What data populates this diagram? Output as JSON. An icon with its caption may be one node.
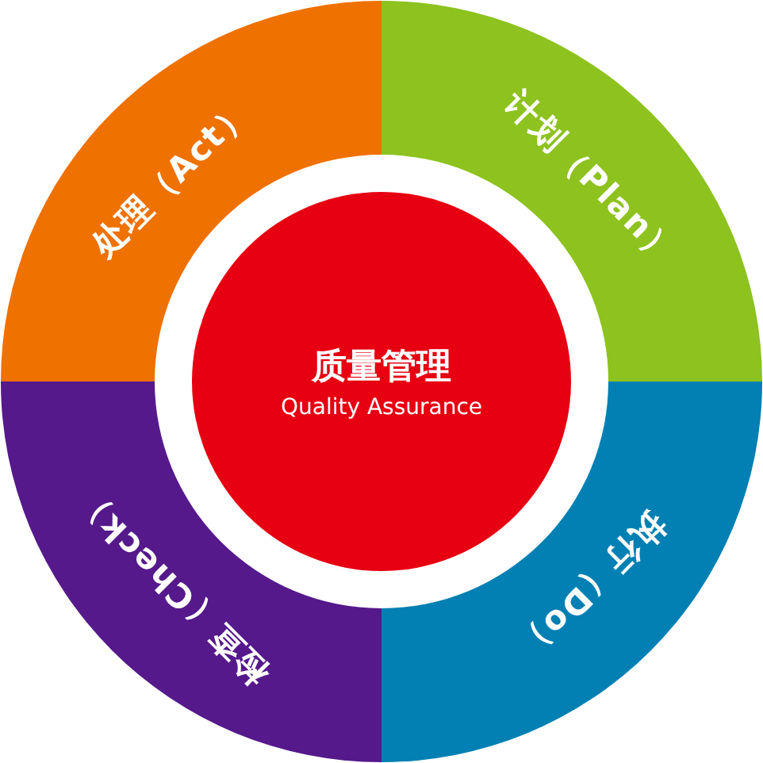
{
  "diagram": {
    "nodes": [
      {
        "text": [
          "处理（Act）"
        ]
      },
      {
        "text": [
          "计划（Plan）"
        ]
      },
      {
        "text": [
          "检查（Check）"
        ]
      },
      {
        "text": [
          "执行（Do）"
        ]
      },
      {
        "text": [
          "质量管理",
          "Quality Assurance"
        ]
      }
    ]
  }
}
